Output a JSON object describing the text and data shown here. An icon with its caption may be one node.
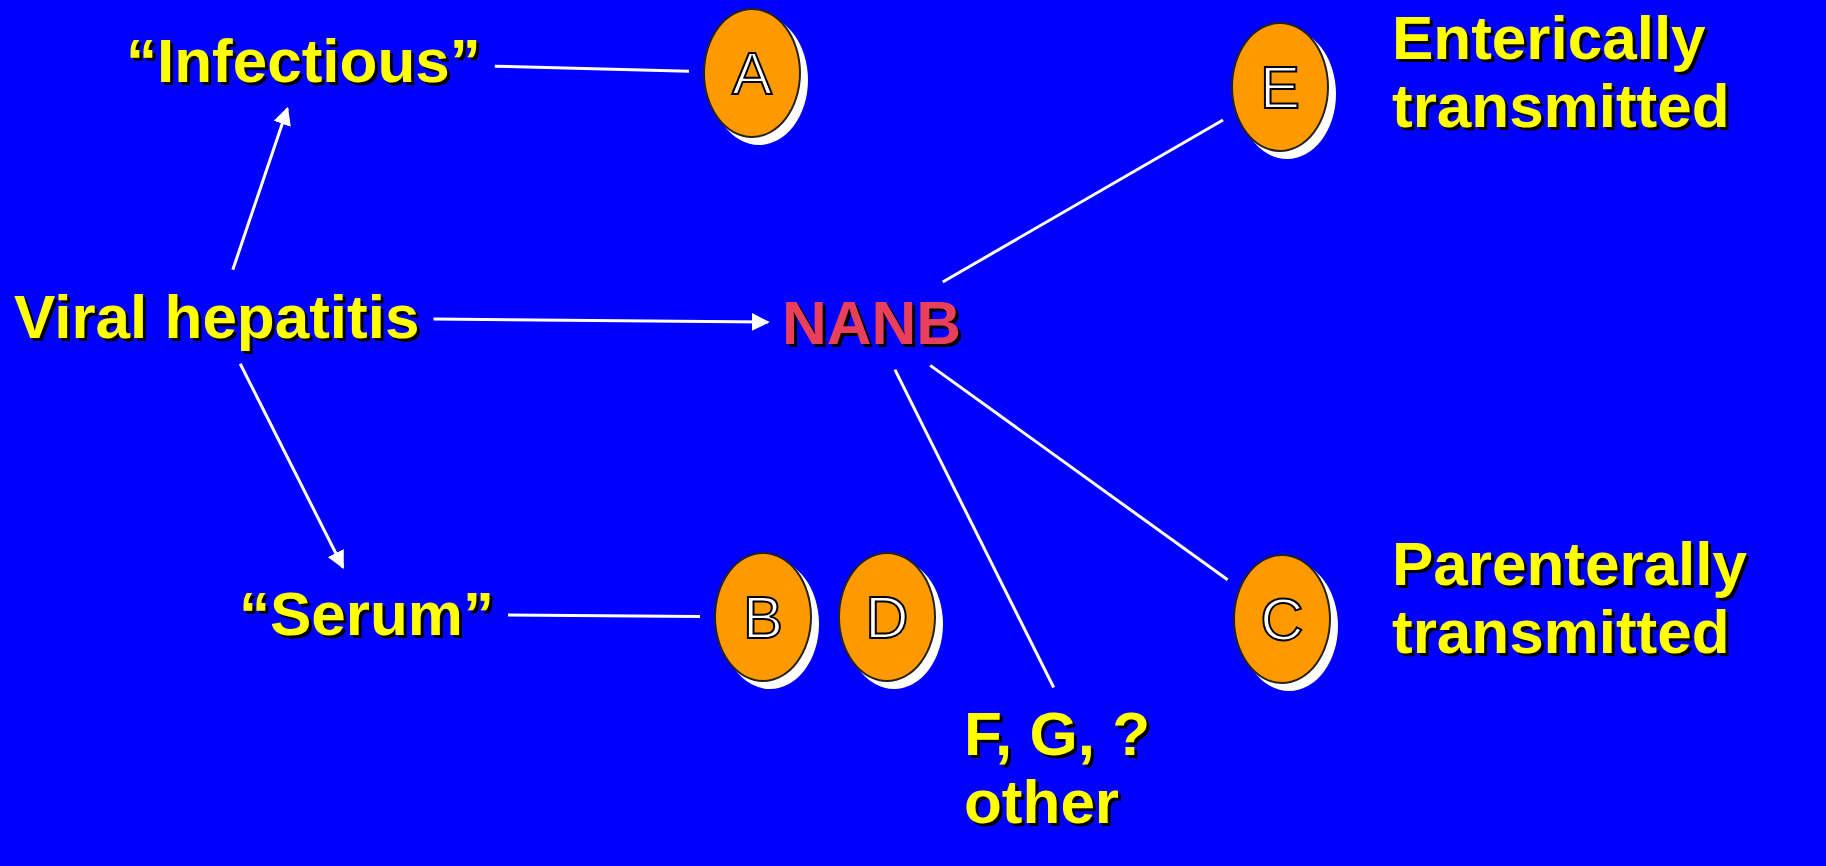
{
  "diagram": {
    "nodes": [
      {
        "text": [
          "Viral hepatitis"
        ]
      },
      {
        "text": [
          "“Infectious”"
        ]
      },
      {
        "text": [
          "“Serum”"
        ]
      },
      {
        "text": [
          "NANB"
        ]
      },
      {
        "text": [
          "A"
        ]
      },
      {
        "text": [
          "B"
        ]
      },
      {
        "text": [
          "D"
        ]
      },
      {
        "text": [
          "E"
        ],
        "beside": [
          "Enterically transmitted"
        ]
      },
      {
        "text": [
          "C"
        ],
        "beside": [
          "Parenterally transmitted"
        ]
      },
      {
        "text": [
          "F, G, ? other"
        ]
      }
    ],
    "edges": [
      {
        "from": 0,
        "to": 1,
        "arrow": "to"
      },
      {
        "from": 0,
        "to": 3,
        "arrow": "to"
      },
      {
        "from": 0,
        "to": 2,
        "arrow": "to"
      },
      {
        "from": 1,
        "to": 4,
        "arrow": "none"
      },
      {
        "from": 3,
        "to": 7,
        "arrow": "none"
      },
      {
        "from": 2,
        "to": 5,
        "arrow": "none"
      },
      {
        "from": 3,
        "to": 9,
        "arrow": "none"
      },
      {
        "from": 3,
        "to": 8,
        "arrow": "none"
      }
    ]
  }
}
